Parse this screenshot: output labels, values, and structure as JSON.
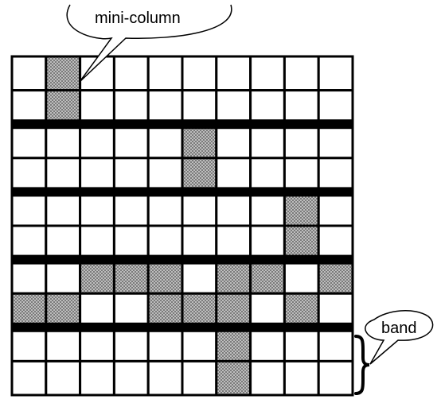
{
  "labels": {
    "mini_column": "mini-column",
    "band": "band"
  },
  "grid": {
    "rows": 10,
    "columns": 10,
    "band_size_rows": 2,
    "shaded_cells": [
      [
        0,
        1
      ],
      [
        1,
        1
      ],
      [
        2,
        5
      ],
      [
        3,
        5
      ],
      [
        4,
        8
      ],
      [
        5,
        8
      ],
      [
        6,
        2
      ],
      [
        6,
        3
      ],
      [
        6,
        4
      ],
      [
        6,
        6
      ],
      [
        6,
        7
      ],
      [
        6,
        9
      ],
      [
        7,
        0
      ],
      [
        7,
        1
      ],
      [
        7,
        4
      ],
      [
        7,
        5
      ],
      [
        7,
        6
      ],
      [
        7,
        8
      ],
      [
        8,
        6
      ],
      [
        9,
        6
      ]
    ]
  },
  "colors": {
    "line": "#000000",
    "cell_fill": "#ffffff",
    "shade_fill": "#d0d0d0",
    "shade_hatch": "#6a6a6a"
  }
}
